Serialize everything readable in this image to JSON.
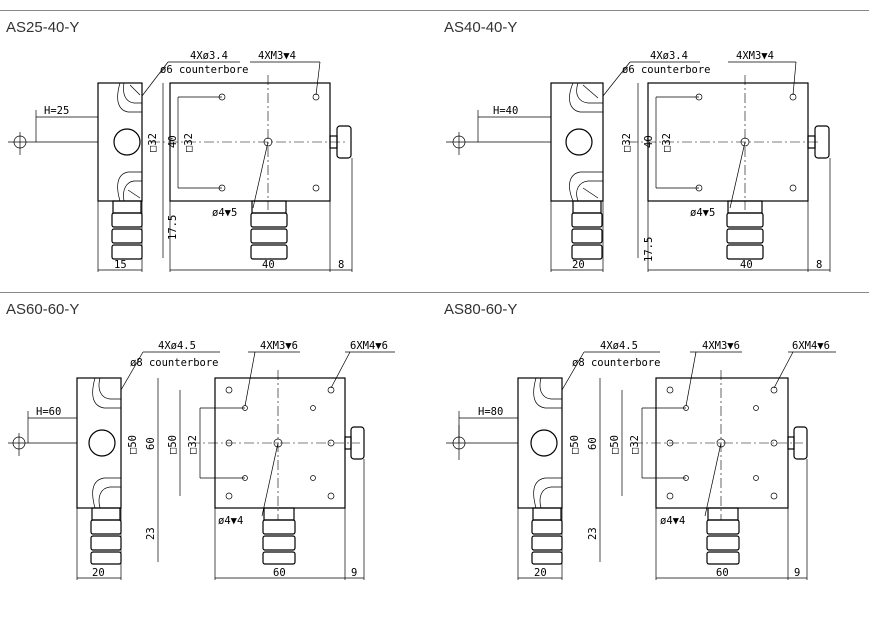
{
  "panels": [
    {
      "title": "AS25-40-Y",
      "labels": {
        "h": "H=25",
        "holes": "4Xø3.4",
        "counterbore": "ø6 counterbore",
        "tap": "4XM3▼4",
        "pin": "ø4▼5",
        "sq_left": "□32",
        "sq_mid": "□32",
        "side": "40",
        "height": "17.5",
        "base": "15",
        "width": "40",
        "knob": "8"
      }
    },
    {
      "title": "AS40-40-Y",
      "labels": {
        "h": "H=40",
        "holes": "4Xø3.4",
        "counterbore": "ø6 counterbore",
        "tap": "4XM3▼4",
        "pin": "ø4▼5",
        "sq_left": "□32",
        "sq_mid": "□32",
        "side": "40",
        "height": "17.5",
        "base": "20",
        "width": "40",
        "knob": "8"
      }
    },
    {
      "title": "AS60-60-Y",
      "labels": {
        "h": "H=60",
        "holes": "4Xø4.5",
        "counterbore": "ø8 counterbore",
        "tap1": "4XM3▼6",
        "tap2": "6XM4▼6",
        "pin": "ø4▼4",
        "sq_left": "□50",
        "sq_mid": "□50",
        "sq_inner": "□32",
        "side": "60",
        "height": "23",
        "base": "20",
        "width": "60",
        "knob": "9"
      }
    },
    {
      "title": "AS80-60-Y",
      "labels": {
        "h": "H=80",
        "holes": "4Xø4.5",
        "counterbore": "ø8 counterbore",
        "tap1": "4XM3▼6",
        "tap2": "6XM4▼6",
        "pin": "ø4▼4",
        "sq_left": "□50",
        "sq_mid": "□50",
        "sq_inner": "□32",
        "side": "60",
        "height": "23",
        "base": "20",
        "width": "60",
        "knob": "9"
      }
    }
  ]
}
